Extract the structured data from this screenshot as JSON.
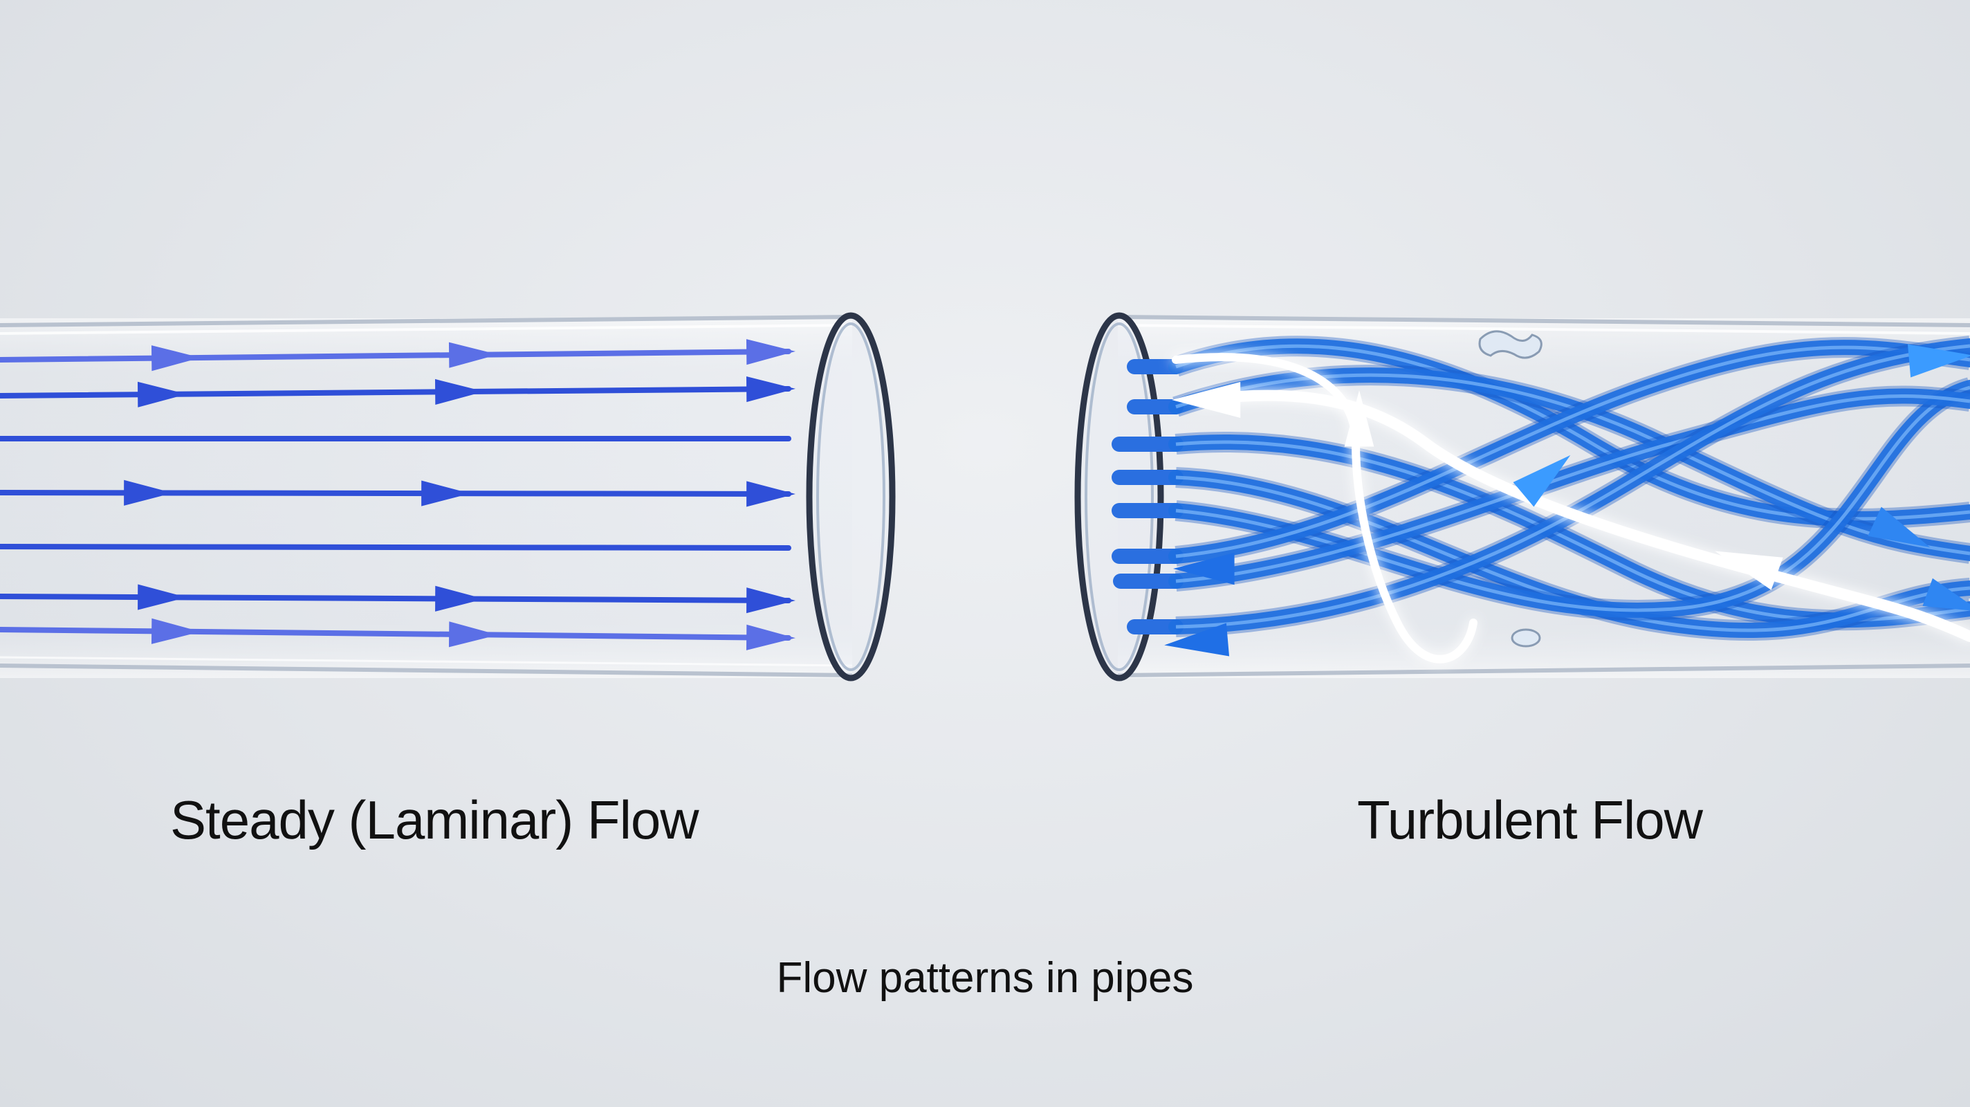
{
  "labels": {
    "laminar": "Steady (Laminar) Flow",
    "turbulent": "Turbulent Flow",
    "caption": "Flow patterns in pipes"
  },
  "colors": {
    "background": "#e5e8ec",
    "laminar_stream": "#2f4fd8",
    "turbulent_stream": "#1e6fe0",
    "turbulent_glow": "#ffffff",
    "pipe_rim": "#2c3548"
  }
}
